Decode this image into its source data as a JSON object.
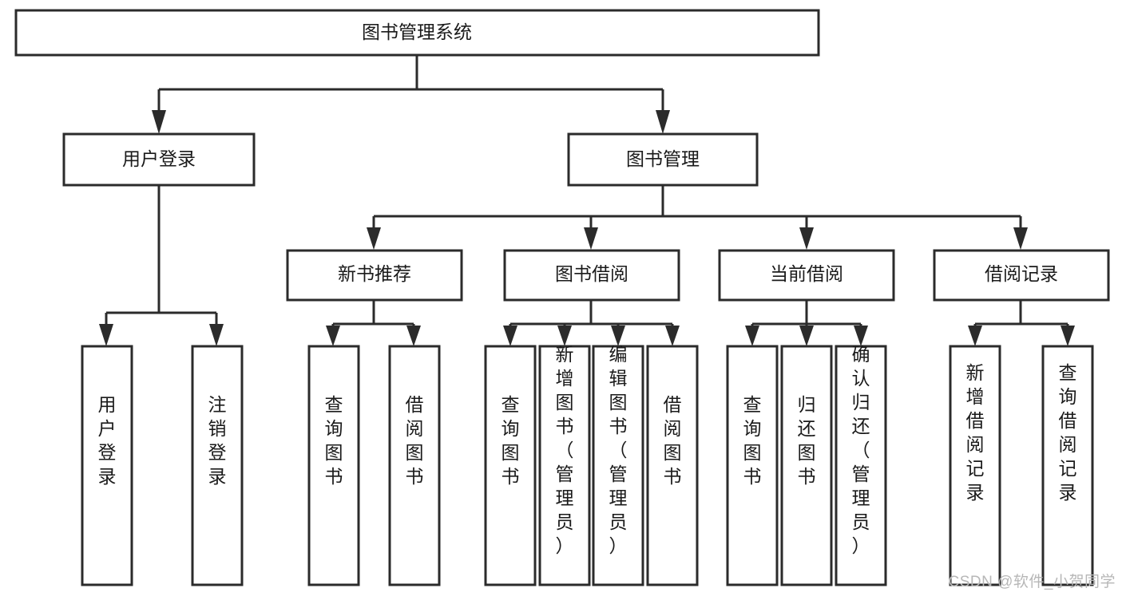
{
  "diagram": {
    "type": "tree-hierarchy-chart",
    "title": "图书管理系统",
    "watermark": "CSDN @软件_小贺同学",
    "colors": {
      "stroke": "#2b2b2b",
      "fill": "#ffffff",
      "text": "#1a1a1a",
      "watermark": "#b7b7b7"
    },
    "levels": {
      "root": {
        "label": "图书管理系统"
      },
      "level2": [
        {
          "label": "用户登录"
        },
        {
          "label": "图书管理"
        }
      ],
      "level3": [
        {
          "label": "新书推荐"
        },
        {
          "label": "图书借阅"
        },
        {
          "label": "当前借阅"
        },
        {
          "label": "借阅记录"
        }
      ],
      "leaves": {
        "user_login": [
          {
            "label": "用户登录"
          },
          {
            "label": "注销登录"
          }
        ],
        "new_book_recommend": [
          {
            "label": "查询图书"
          },
          {
            "label": "借阅图书"
          }
        ],
        "book_borrow": [
          {
            "label": "查询图书"
          },
          {
            "label": "新增图书（管理员）"
          },
          {
            "label": "编辑图书（管理员）"
          },
          {
            "label": "借阅图书"
          }
        ],
        "current_borrow": [
          {
            "label": "查询图书"
          },
          {
            "label": "归还图书"
          },
          {
            "label": "确认归还（管理员）"
          }
        ],
        "borrow_record": [
          {
            "label": "新增借阅记录"
          },
          {
            "label": "查询借阅记录"
          }
        ]
      }
    }
  }
}
